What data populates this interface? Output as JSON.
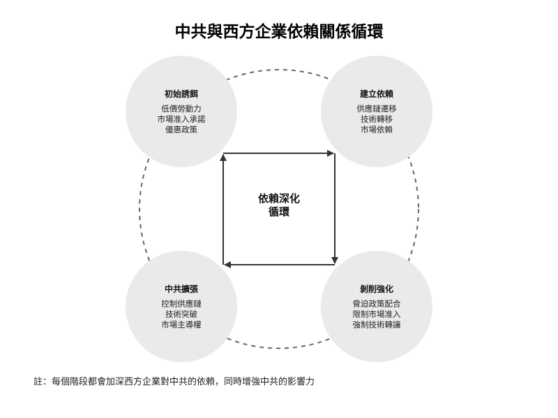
{
  "title": "中共與西方企業依賴關係循環",
  "center": {
    "line1": "依賴深化",
    "line2": "循環"
  },
  "nodes": [
    {
      "title": "初始誘餌",
      "lines": [
        "低價勞動力",
        "市場准入承諾",
        "優惠政策"
      ]
    },
    {
      "title": "建立依賴",
      "lines": [
        "供應鏈遷移",
        "技術轉移",
        "市場依賴"
      ]
    },
    {
      "title": "剝削強化",
      "lines": [
        "脅迫政策配合",
        "限制市場准入",
        "強制技術轉讓"
      ]
    },
    {
      "title": "中共擴張",
      "lines": [
        "控制供應鏈",
        "技術突破",
        "市場主導權"
      ]
    }
  ],
  "note": "註：每個階段都會加深西方企業對中共的依賴，同時增強中共的影響力",
  "colors": {
    "node_fill": "#e9eaec",
    "arrow": "#333333",
    "ring": "#666666"
  }
}
